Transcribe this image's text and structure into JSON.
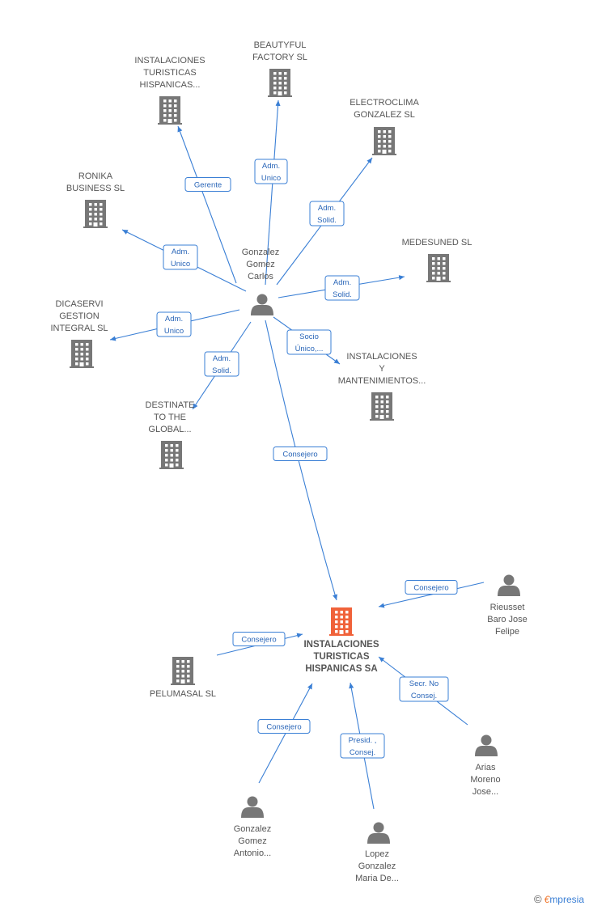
{
  "colors": {
    "edge": "#3a7fd5",
    "node": "#777777",
    "focus": "#f0623a"
  },
  "nodes": [
    {
      "id": "center",
      "type": "company",
      "focus": true,
      "lines": [
        "INSTALACIONES",
        "TURISTICAS",
        "HISPANICAS SA"
      ]
    },
    {
      "id": "gonzalez_carlos",
      "type": "person",
      "lines": [
        "Gonzalez",
        "Gomez",
        "Carlos"
      ]
    },
    {
      "id": "instalaciones_top",
      "type": "company",
      "lines": [
        "INSTALACIONES",
        "TURISTICAS",
        "HISPANICAS..."
      ]
    },
    {
      "id": "beautyful",
      "type": "company",
      "lines": [
        "BEAUTYFUL",
        "FACTORY  SL"
      ]
    },
    {
      "id": "electroclima",
      "type": "company",
      "lines": [
        "ELECTROCLIMA",
        "GONZALEZ  SL"
      ]
    },
    {
      "id": "ronika",
      "type": "company",
      "lines": [
        "RONIKA",
        "BUSINESS SL"
      ]
    },
    {
      "id": "medesuned",
      "type": "company",
      "lines": [
        "MEDESUNED  SL"
      ]
    },
    {
      "id": "dicaservi",
      "type": "company",
      "lines": [
        "DICASERVI",
        "GESTION",
        "INTEGRAL SL"
      ]
    },
    {
      "id": "mantenimientos",
      "type": "company",
      "lines": [
        "INSTALACIONES",
        "Y",
        "MANTENIMIENTOS..."
      ]
    },
    {
      "id": "destinate",
      "type": "company",
      "lines": [
        "DESTINATE",
        "TO THE",
        "GLOBAL..."
      ]
    },
    {
      "id": "pelumasal",
      "type": "company",
      "lines": [
        "PELUMASAL  SL"
      ]
    },
    {
      "id": "rieusset",
      "type": "person",
      "lines": [
        "Rieusset",
        "Baro Jose",
        "Felipe"
      ]
    },
    {
      "id": "arias",
      "type": "person",
      "lines": [
        "Arias",
        "Moreno",
        "Jose..."
      ]
    },
    {
      "id": "gonzalez_antonio",
      "type": "person",
      "lines": [
        "Gonzalez",
        "Gomez",
        "Antonio..."
      ]
    },
    {
      "id": "lopez",
      "type": "person",
      "lines": [
        "Lopez",
        "Gonzalez",
        "Maria De..."
      ]
    }
  ],
  "edges": [
    {
      "from": "gonzalez_carlos",
      "to": "instalaciones_top",
      "tag": [
        "Gerente"
      ]
    },
    {
      "from": "gonzalez_carlos",
      "to": "beautyful",
      "tag": [
        "Adm.",
        "Unico"
      ]
    },
    {
      "from": "gonzalez_carlos",
      "to": "electroclima",
      "tag": [
        "Adm.",
        "Solid."
      ]
    },
    {
      "from": "gonzalez_carlos",
      "to": "ronika",
      "tag": [
        "Adm.",
        "Unico"
      ]
    },
    {
      "from": "gonzalez_carlos",
      "to": "medesuned",
      "tag": [
        "Adm.",
        "Solid."
      ]
    },
    {
      "from": "gonzalez_carlos",
      "to": "dicaservi",
      "tag": [
        "Adm.",
        "Unico"
      ]
    },
    {
      "from": "gonzalez_carlos",
      "to": "mantenimientos",
      "tag": [
        "Socio",
        "Único,..."
      ]
    },
    {
      "from": "gonzalez_carlos",
      "to": "destinate",
      "tag": [
        "Adm.",
        "Solid."
      ]
    },
    {
      "from": "gonzalez_carlos",
      "to": "center",
      "tag": [
        "Consejero"
      ]
    },
    {
      "from": "rieusset",
      "to": "center",
      "tag": [
        "Consejero"
      ]
    },
    {
      "from": "pelumasal",
      "to": "center",
      "tag": [
        "Consejero"
      ]
    },
    {
      "from": "arias",
      "to": "center",
      "tag": [
        "Secr.  No",
        "Consej."
      ]
    },
    {
      "from": "gonzalez_antonio",
      "to": "center",
      "tag": [
        "Consejero"
      ]
    },
    {
      "from": "lopez",
      "to": "center",
      "tag": [
        "Presid. ,",
        "Consej."
      ]
    }
  ],
  "footer": {
    "copyright": "©",
    "brand_e": "€",
    "brand_rest": "mpresia"
  }
}
